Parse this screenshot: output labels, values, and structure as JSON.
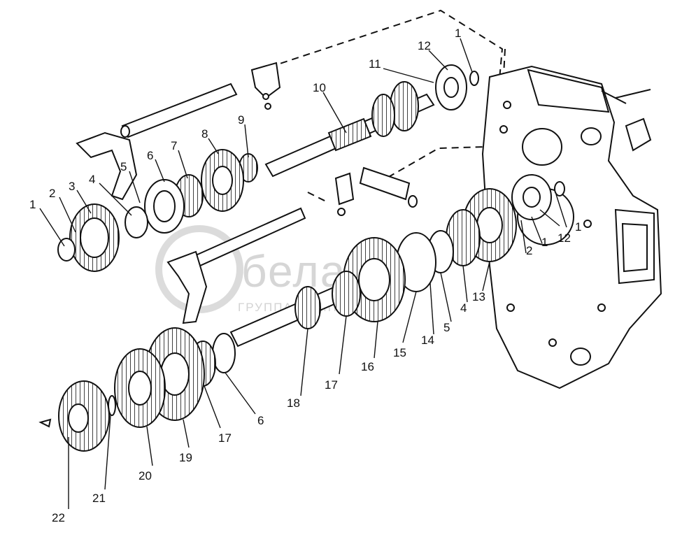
{
  "watermark": {
    "title": "белагро",
    "subtitle": "ГРУППА КОМПАНИЙ"
  },
  "callouts": {
    "c1a": "1",
    "c2a": "2",
    "c3": "3",
    "c4a": "4",
    "c5a": "5",
    "c6a": "6",
    "c7": "7",
    "c8": "8",
    "c9": "9",
    "c10": "10",
    "c11": "11",
    "c12a": "12",
    "c1b": "1",
    "c1c": "1",
    "c12b": "12",
    "c1d": "1",
    "c2b": "2",
    "c13": "13",
    "c4b": "4",
    "c5b": "5",
    "c14": "14",
    "c15": "15",
    "c16": "16",
    "c17a": "17",
    "c18": "18",
    "c6b": "6",
    "c17b": "17",
    "c19": "19",
    "c20": "20",
    "c21": "21",
    "c22": "22"
  }
}
